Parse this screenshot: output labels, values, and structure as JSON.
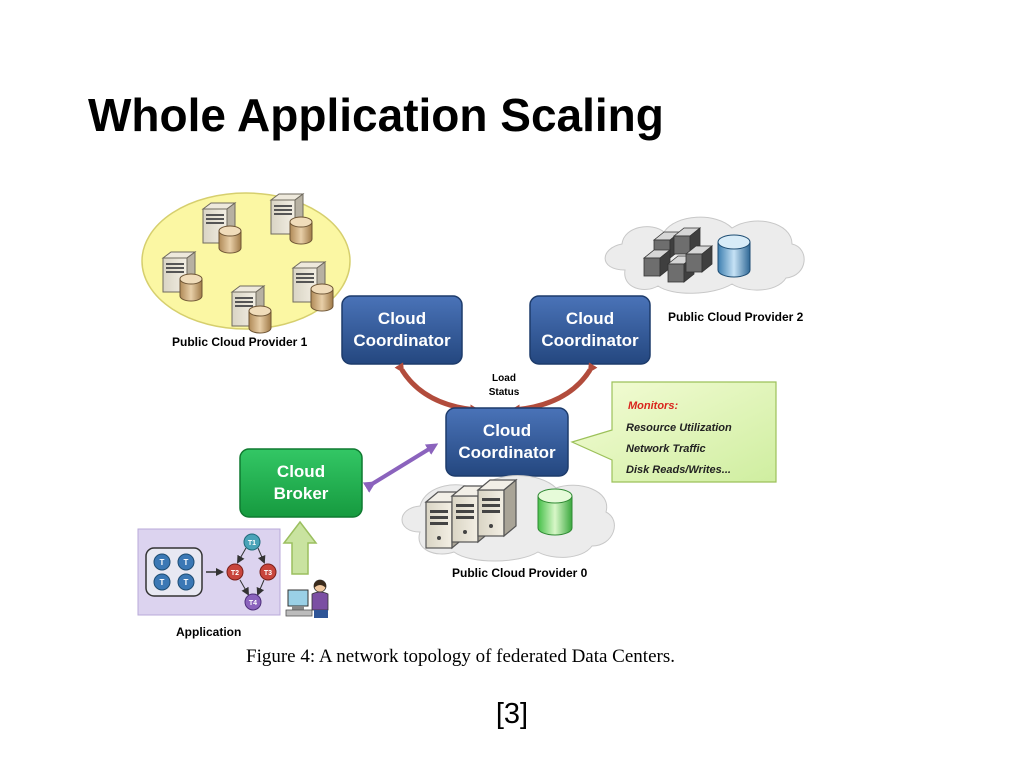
{
  "slide": {
    "title": "Whole Application Scaling",
    "reference": "[3]"
  },
  "figure": {
    "caption": "Figure 4: A network topology of federated Data Centers.",
    "nodes": {
      "coordinator_1": [
        "Cloud",
        "Coordinator"
      ],
      "coordinator_2": [
        "Cloud",
        "Coordinator"
      ],
      "coordinator_0": [
        "Cloud",
        "Coordinator"
      ],
      "broker": [
        "Cloud",
        "Broker"
      ]
    },
    "labels": {
      "provider_1": "Public Cloud Provider 1",
      "provider_2": "Public Cloud Provider 2",
      "provider_0": "Public Cloud Provider 0",
      "application": "Application",
      "load_status": [
        "Load",
        "Status"
      ]
    },
    "monitors": {
      "title": "Monitors:",
      "items": [
        "Resource Utilization",
        "Network Traffic",
        "Disk Reads/Writes..."
      ]
    },
    "tasks": {
      "grid": [
        "T",
        "T",
        "T",
        "T"
      ],
      "graph": [
        "T1",
        "T2",
        "T3",
        "T4"
      ]
    },
    "colors": {
      "coordinator": "#2f5597",
      "broker": "#1db34e",
      "provider1_region": "#fbf7a3",
      "monitors_box": "#e6f7b8",
      "application_box": "#dcd3ef",
      "arrow_red": "#b24c3c",
      "arrow_purple": "#8b63bd",
      "arrow_green": "#a6c964"
    }
  }
}
